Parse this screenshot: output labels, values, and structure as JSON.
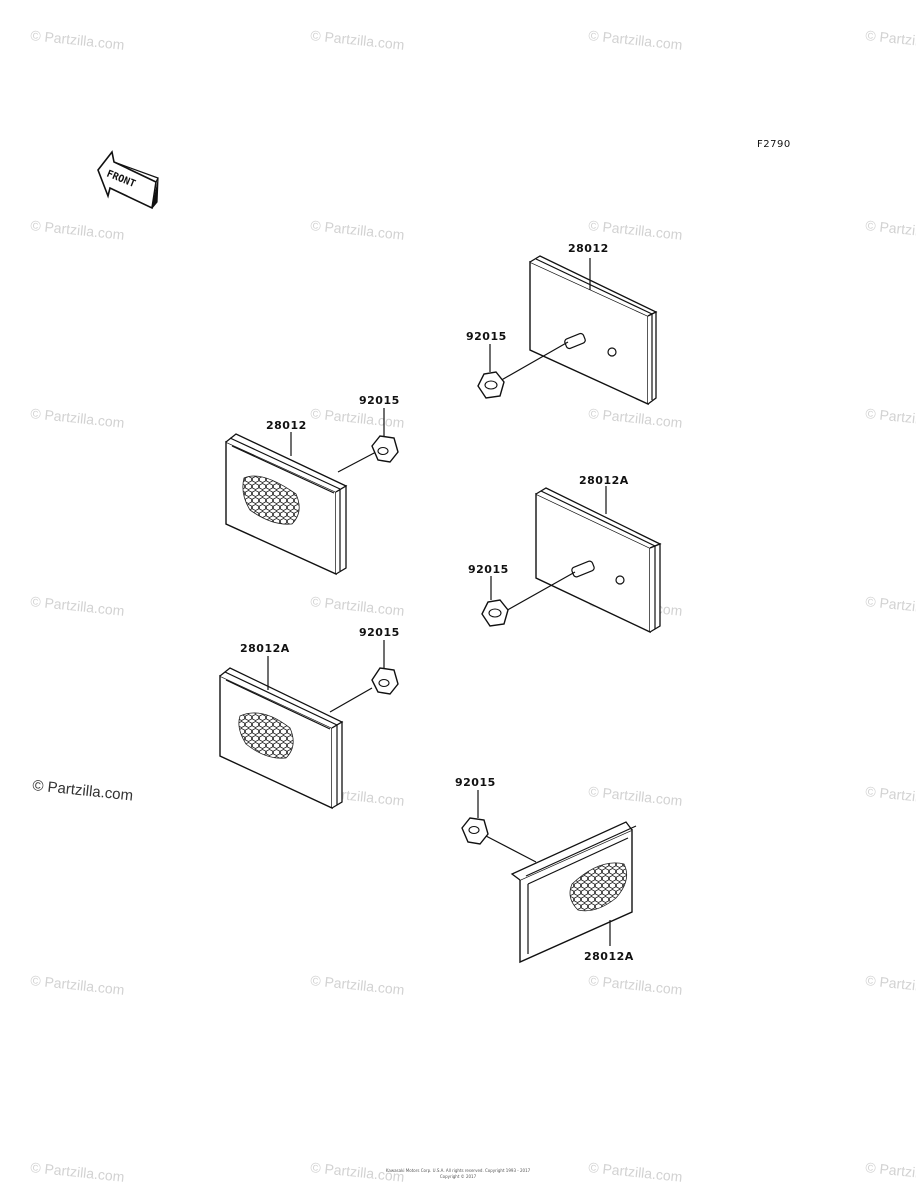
{
  "figure_code": "F2790",
  "front_arrow": {
    "label": "FRONT",
    "icon": "front-arrow-icon"
  },
  "watermark": "© Partzilla.com",
  "footer": {
    "line1": "Kawasaki Motors Corp. U.S.A. All rights reserved. Copyright 1993 - 2017",
    "line2": "Copyright © 2017"
  },
  "parts": {
    "reflector_top_right": "28012",
    "nut_top_right": "92015",
    "reflector_left_upper": "28012",
    "nut_left_upper": "92015",
    "reflector_right_mid": "28012A",
    "nut_right_mid": "92015",
    "reflector_left_lower": "28012A",
    "nut_left_lower": "92015",
    "reflector_bottom_right": "28012A",
    "nut_bottom_right": "92015"
  }
}
